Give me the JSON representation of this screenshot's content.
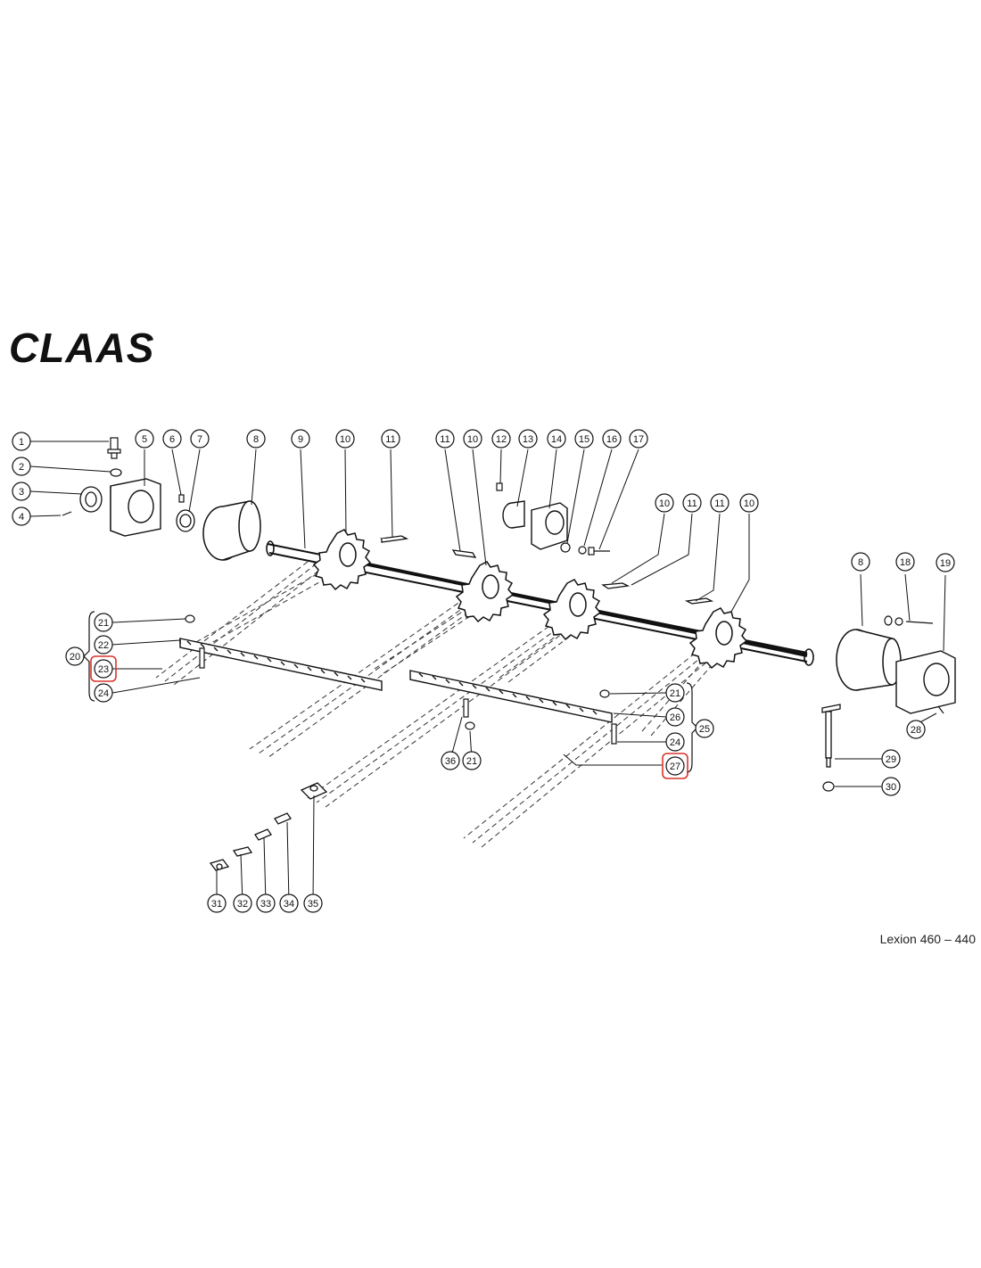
{
  "brand": {
    "logo_text": "CLAAS"
  },
  "model_label": "Lexion 460 – 440",
  "colors": {
    "highlight": "#d9342b",
    "ink": "#111111"
  },
  "callouts": {
    "c1": "1",
    "c2": "2",
    "c3": "3",
    "c4": "4",
    "c5": "5",
    "c6": "6",
    "c7": "7",
    "c8a": "8",
    "c9": "9",
    "c10a": "10",
    "c11a": "11",
    "c11b": "11",
    "c10b": "10",
    "c12": "12",
    "c13": "13",
    "c14": "14",
    "c15": "15",
    "c16": "16",
    "c17": "17",
    "c10c": "10",
    "c11c": "11",
    "c11d": "11",
    "c10d": "10",
    "c8b": "8",
    "c18": "18",
    "c19": "19",
    "c20": "20",
    "c21a": "21",
    "c22": "22",
    "c23": "23",
    "c24a": "24",
    "c21b": "21",
    "c26": "26",
    "c25": "25",
    "c24b": "24",
    "c27": "27",
    "c36": "36",
    "c21c": "21",
    "c28": "28",
    "c29": "29",
    "c30": "30",
    "c31": "31",
    "c32": "32",
    "c33": "33",
    "c34": "34",
    "c35": "35"
  },
  "highlighted": [
    "c23",
    "c27"
  ]
}
